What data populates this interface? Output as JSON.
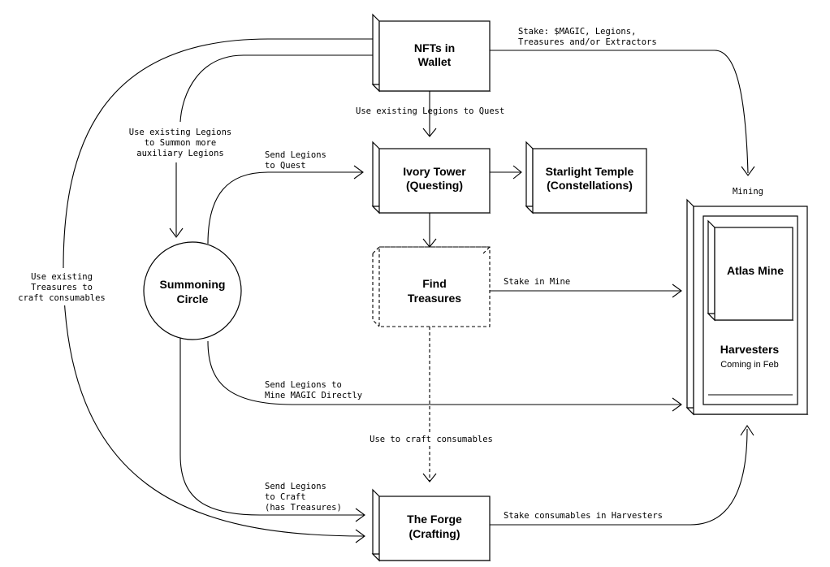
{
  "nodes": {
    "nfts_wallet": {
      "line1": "NFTs in",
      "line2": "Wallet"
    },
    "ivory_tower": {
      "line1": "Ivory Tower",
      "line2": "(Questing)"
    },
    "starlight_temple": {
      "line1": "Starlight Temple",
      "line2": "(Constellations)"
    },
    "find_treasures": {
      "line1": "Find",
      "line2": "Treasures"
    },
    "summoning_circle": {
      "line1": "Summoning",
      "line2": "Circle"
    },
    "the_forge": {
      "line1": "The Forge",
      "line2": "(Crafting)"
    },
    "mining": {
      "label": "Mining"
    },
    "atlas_mine": {
      "label": "Atlas Mine"
    },
    "harvesters": {
      "label": "Harvesters",
      "sub": "Coming in Feb"
    }
  },
  "edges": {
    "stake_magic": {
      "line1": "Stake: $MAGIC, Legions,",
      "line2": "Treasures and/or Extractors"
    },
    "use_legions_quest": {
      "line1": "Use existing Legions to Quest"
    },
    "use_legions_summon": {
      "line1": "Use existing Legions",
      "line2": "to Summon more",
      "line3": "auxiliary Legions"
    },
    "send_legions_quest": {
      "line1": "Send Legions",
      "line2": "to Quest"
    },
    "use_treasures_craft": {
      "line1": "Use existing",
      "line2": "Treasures to",
      "line3": "craft consumables"
    },
    "stake_in_mine": {
      "line1": "Stake in Mine"
    },
    "send_legions_mine": {
      "line1": "Send Legions to",
      "line2": "Mine MAGIC Directly"
    },
    "use_to_craft": {
      "line1": "Use to craft consumables"
    },
    "send_legions_craft": {
      "line1": "Send Legions",
      "line2": "to Craft",
      "line3": "(has Treasures)"
    },
    "stake_consumables": {
      "line1": "Stake consumables in Harvesters"
    }
  }
}
